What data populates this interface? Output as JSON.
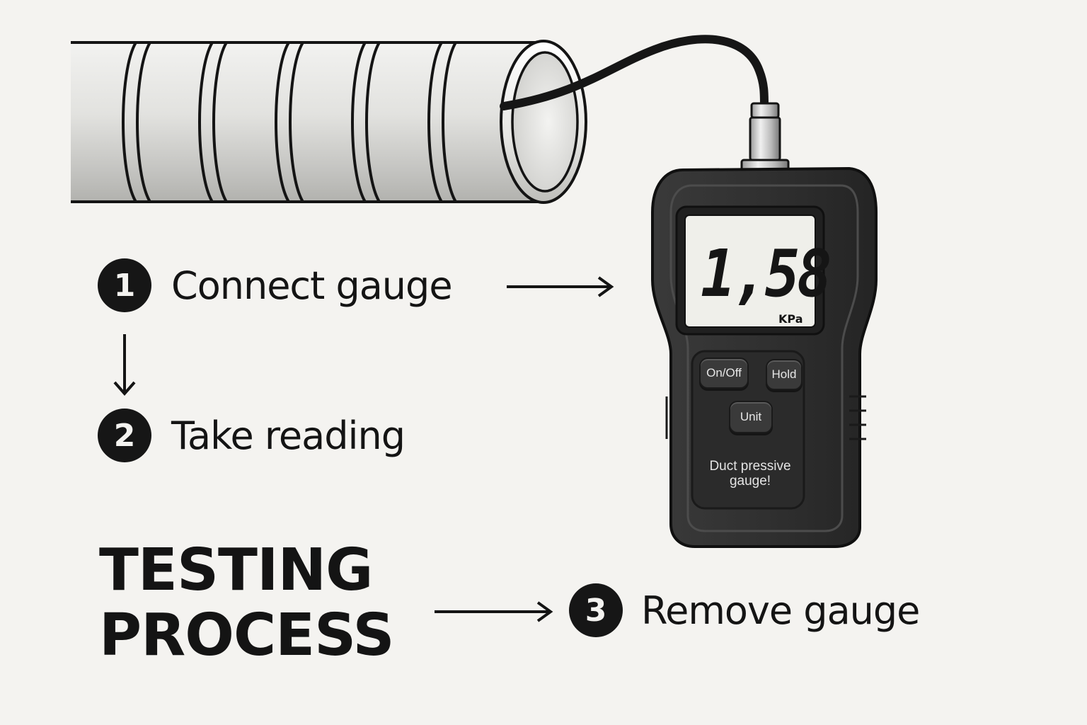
{
  "title": {
    "line1": "TESTING",
    "line2": "PROCESS"
  },
  "steps": [
    {
      "number": "1",
      "label": "Connect gauge"
    },
    {
      "number": "2",
      "label": "Take reading"
    },
    {
      "number": "3",
      "label": "Remove gauge"
    }
  ],
  "gauge": {
    "reading": "1,58",
    "unit": "KPa",
    "buttons": {
      "on_off": "On/Off",
      "hold": "Hold",
      "unit": "Unit"
    },
    "caption_line1": "Duct pressive",
    "caption_line2": "gauge!"
  },
  "colors": {
    "background": "#f4f3f0",
    "ink": "#141414",
    "gauge_body": "#2e2e2e",
    "lcd": "#efefea"
  }
}
